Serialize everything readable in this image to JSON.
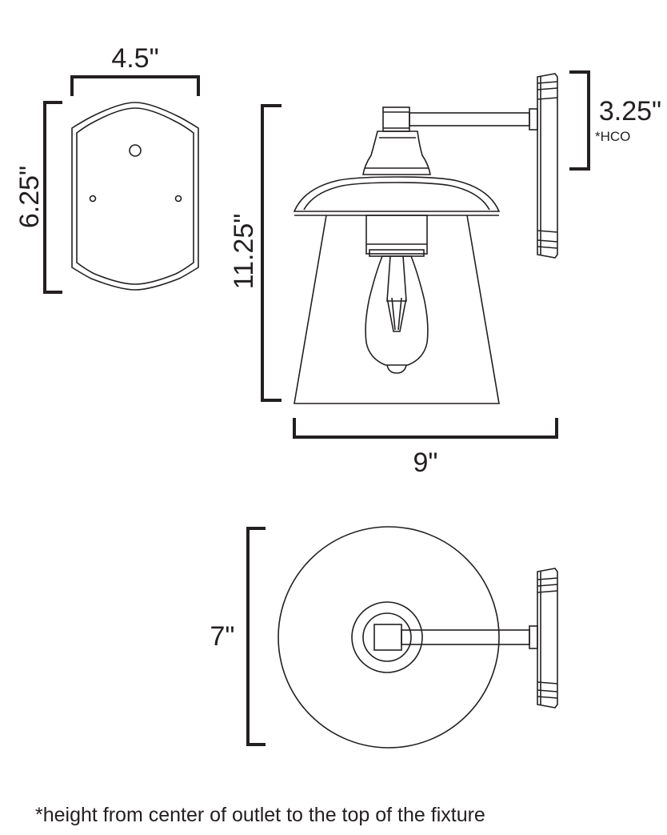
{
  "dimensions": {
    "backplate_width": "4.5\"",
    "backplate_height": "6.25\"",
    "fixture_height": "11.25\"",
    "fixture_width": "9\"",
    "hco": "3.25\"",
    "hco_label": "*HCO",
    "shade_diameter": "7\""
  },
  "footnote": "*height from center of outlet to the top of the fixture",
  "colors": {
    "line": "#231f20",
    "background": "#ffffff"
  }
}
